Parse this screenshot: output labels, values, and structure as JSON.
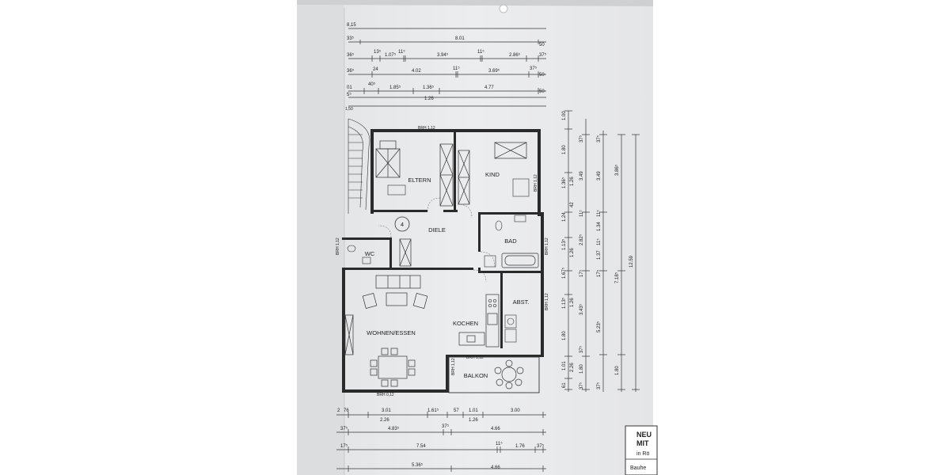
{
  "rooms": {
    "eltern": "ELTERN",
    "kind": "KIND",
    "diele": "DIELE",
    "bad": "BAD",
    "wc": "WC",
    "wohnen": "WOHNEN/ESSEN",
    "kochen": "KOCHEN",
    "abst": "ABST.",
    "balkon": "BALKON"
  },
  "apartment_number": "4",
  "brh_labels": {
    "top": "BRH 1,12",
    "kind_right": "BRH 1,12",
    "bad_right": "BRH 1,12",
    "wc_left": "BRH 1,12",
    "abst_right": "BRH 1,12",
    "kochen": "BRH 1,12",
    "balkon_left": "BRH 1,12",
    "bottom": "BRH 0,12",
    "stair": "1,50"
  },
  "top_dimensions": {
    "row0": [
      "8,15"
    ],
    "row1": [
      "33⁵",
      "8.01",
      "50"
    ],
    "row2": [
      "36⁵",
      "13⁵",
      "1.07⁵",
      "11⁵",
      "3.94⁵",
      "11⁵",
      "2.86⁵",
      "37⁵"
    ],
    "row3": [
      "36⁵",
      "24",
      "4.02",
      "11⁵",
      "3.69⁵",
      "37⁵",
      "50"
    ],
    "row4": [
      "01",
      "40⁵",
      "1.85⁵",
      "1.36⁵",
      "4.77",
      "50"
    ],
    "row5": [
      "5⁵",
      "1.26"
    ]
  },
  "right_dimensions": {
    "col1": [
      "1.00",
      "1.80",
      "1.36⁵",
      "1.24",
      "1.13⁵",
      "1.67⁵",
      "1.13⁵",
      "1.80",
      "1.01",
      "61"
    ],
    "col2": [
      "1.26",
      "42",
      "1.26",
      "1.26",
      "2.26"
    ],
    "col3": [
      "37⁵",
      "3.49",
      "11⁵",
      "2.82⁵",
      "17⁵",
      "3.43⁵",
      "37⁵",
      "1.80",
      "37⁵"
    ],
    "col4": [
      "37⁵",
      "3.49",
      "11⁵",
      "1.34",
      "11⁵",
      "1.37",
      "17⁵",
      "5.23⁵",
      "37⁵"
    ],
    "col5": [
      "3.86⁵",
      "7.18⁵",
      "1.80"
    ],
    "col6": [
      "12.59"
    ]
  },
  "bottom_dimensions": {
    "row1": [
      "2",
      "76",
      "3.01",
      "1.61⁵",
      "57",
      "1.01",
      "3.00"
    ],
    "row2": [
      "2.26",
      "1.26"
    ],
    "row3": [
      "37⁵",
      "4.83⁵",
      "37⁵",
      "4.66"
    ],
    "row4": [
      "17⁵",
      "7.54",
      "11⁵",
      "1.76",
      "37⁵"
    ],
    "row5": [
      "5.36⁵",
      "4.66"
    ]
  },
  "title_block": {
    "line1": "NEU",
    "line2": "MIT",
    "line3": "in Rö",
    "line4": "Bauhe"
  }
}
